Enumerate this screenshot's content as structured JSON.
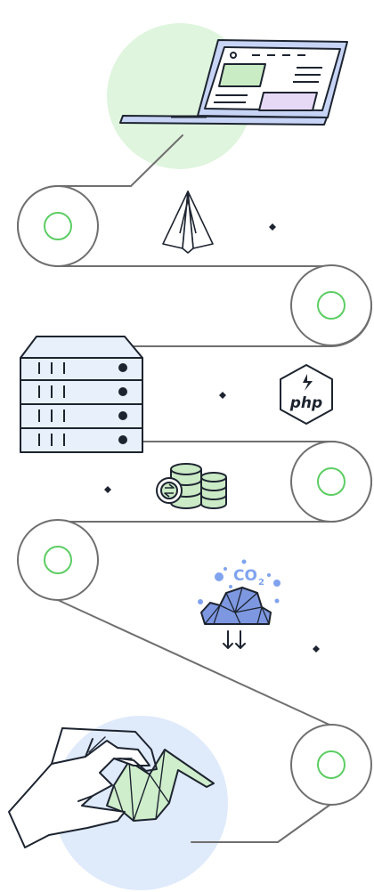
{
  "illustration": {
    "php_badge": {
      "label": "php"
    },
    "co2_cloud": {
      "label": "CO",
      "subscript": "2"
    }
  },
  "colors": {
    "line": "#6f6f6f",
    "ring": "#5ccd63",
    "laptop_halo": "#dff5de",
    "hands_halo": "#dfeafb",
    "outline": "#1d2430",
    "server_fill": "#e7f0fb",
    "coin_fill": "#cbeac6",
    "cloud_fill": "#7d97e0",
    "co2_text": "#7fa3ef",
    "crane_fill": "#cfeecb",
    "screen_green": "#c9ecc4",
    "screen_violet": "#e6d9f6"
  },
  "icons": [
    "laptop-icon",
    "paper-plane-icon",
    "server-icon",
    "php-badge-icon",
    "coin-stack-icon",
    "co2-cloud-icon",
    "hands-origami-crane-icon"
  ]
}
